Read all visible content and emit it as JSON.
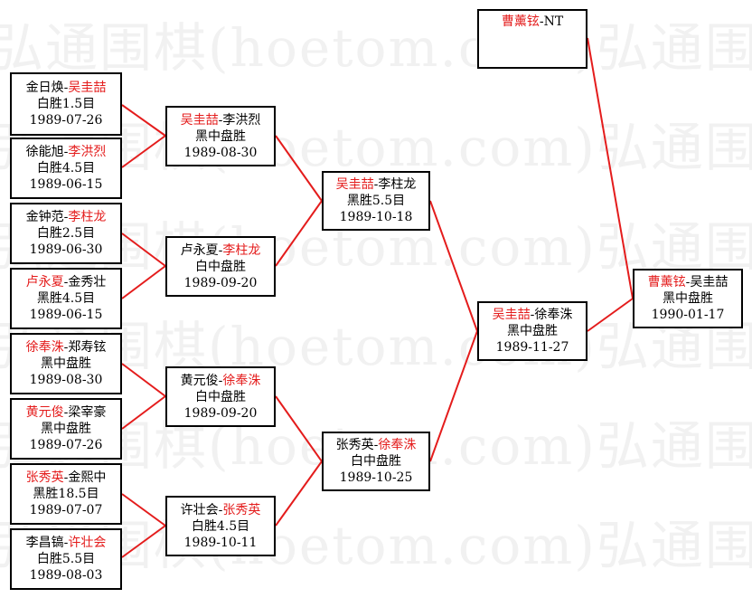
{
  "watermark": "弘通围棋(hoetom.com)弘通围棋(hoetom.com)弘通围棋",
  "colors": {
    "winner": "#e41c1c",
    "line": "#e41c1c",
    "text": "#000000",
    "border": "#000000"
  },
  "matches": {
    "r1_1": {
      "a": "金日焕",
      "sep": "-",
      "b": "吴圭喆",
      "winner": "b",
      "result": "白胜1.5目",
      "date": "1989-07-26"
    },
    "r1_2": {
      "a": "徐能旭",
      "sep": "-",
      "b": "李洪烈",
      "winner": "b",
      "result": "白胜4.5目",
      "date": "1989-06-15"
    },
    "r1_3": {
      "a": "金钟范",
      "sep": "-",
      "b": "李柱龙",
      "winner": "b",
      "result": "白胜2.5目",
      "date": "1989-06-30"
    },
    "r1_4": {
      "a": "卢永夏",
      "sep": "-",
      "b": "金秀壮",
      "winner": "a",
      "result": "黑胜4.5目",
      "date": "1989-06-15"
    },
    "r1_5": {
      "a": "徐奉洙",
      "sep": "-",
      "b": "郑寿铉",
      "winner": "a",
      "result": "黑中盘胜",
      "date": "1989-08-30"
    },
    "r1_6": {
      "a": "黄元俊",
      "sep": "-",
      "b": "梁宰豪",
      "winner": "a",
      "result": "黑中盘胜",
      "date": "1989-07-26"
    },
    "r1_7": {
      "a": "张秀英",
      "sep": "-",
      "b": "金熙中",
      "winner": "a",
      "result": "黑胜18.5目",
      "date": "1989-07-07"
    },
    "r1_8": {
      "a": "李昌镐",
      "sep": "-",
      "b": "许壮会",
      "winner": "b",
      "result": "白胜5.5目",
      "date": "1989-08-03"
    },
    "r2_1": {
      "a": "吴圭喆",
      "sep": "-",
      "b": "李洪烈",
      "winner": "a",
      "result": "黑中盘胜",
      "date": "1989-08-30"
    },
    "r2_2": {
      "a": "卢永夏",
      "sep": "-",
      "b": "李柱龙",
      "winner": "b",
      "result": "白中盘胜",
      "date": "1989-09-20"
    },
    "r2_3": {
      "a": "黄元俊",
      "sep": "-",
      "b": "徐奉洙",
      "winner": "b",
      "result": "白中盘胜",
      "date": "1989-09-20"
    },
    "r2_4": {
      "a": "许壮会",
      "sep": "-",
      "b": "张秀英",
      "winner": "b",
      "result": "白胜4.5目",
      "date": "1989-10-11"
    },
    "r3_1": {
      "a": "吴圭喆",
      "sep": "-",
      "b": "李柱龙",
      "winner": "a",
      "result": "黑胜5.5目",
      "date": "1989-10-18"
    },
    "r3_2": {
      "a": "张秀英",
      "sep": "-",
      "b": "徐奉洙",
      "winner": "b",
      "result": "白中盘胜",
      "date": "1989-10-25"
    },
    "semi": {
      "a": "吴圭喆",
      "sep": "-",
      "b": "徐奉洙",
      "winner": "a",
      "result": "黑中盘胜",
      "date": "1989-11-27"
    },
    "final": {
      "a": "曹薰铉",
      "sep": "-",
      "b": "吴圭喆",
      "winner": "a",
      "result": "黑中盘胜",
      "date": "1990-01-17"
    },
    "seed": {
      "a": "曹薰铉",
      "sep": "-",
      "b": "NT",
      "winner": "a",
      "result": "",
      "date": ""
    }
  }
}
